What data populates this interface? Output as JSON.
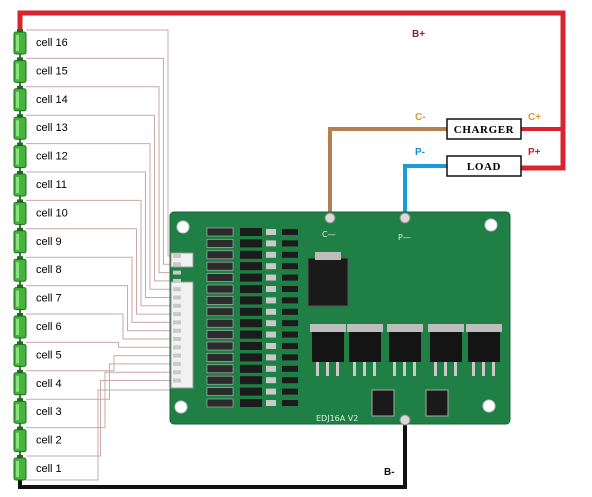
{
  "cells": [
    "cell 16",
    "cell 15",
    "cell 14",
    "cell 13",
    "cell 12",
    "cell 11",
    "cell 10",
    "cell 9",
    "cell 8",
    "cell 7",
    "cell 6",
    "cell 5",
    "cell 4",
    "cell 3",
    "cell 2",
    "cell 1"
  ],
  "terminals": {
    "b_plus": "B+",
    "b_minus": "B-",
    "c_minus": "C-",
    "c_plus": "C+",
    "p_minus": "P-",
    "p_plus": "P+"
  },
  "boxes": {
    "charger": "CHARGER",
    "load": "LOAD"
  },
  "pcb": {
    "c_minus_label": "C—",
    "p_minus_label": "P—",
    "model_label": "EDJ16A V2"
  },
  "colors": {
    "b_plus_wire": "#d9232e",
    "b_minus_wire": "#111111",
    "charger_wire": "#b5804f",
    "load_wire": "#1a9ad6",
    "cell_green": "#44b53a",
    "sense_wire": "#c9a9a9",
    "pcb_green": "#1f7f45",
    "c_label": "#d59a2e",
    "p_minus_label": "#1a8ad0",
    "p_plus_label": "#c8232e",
    "b_plus_label": "#8a2525"
  }
}
